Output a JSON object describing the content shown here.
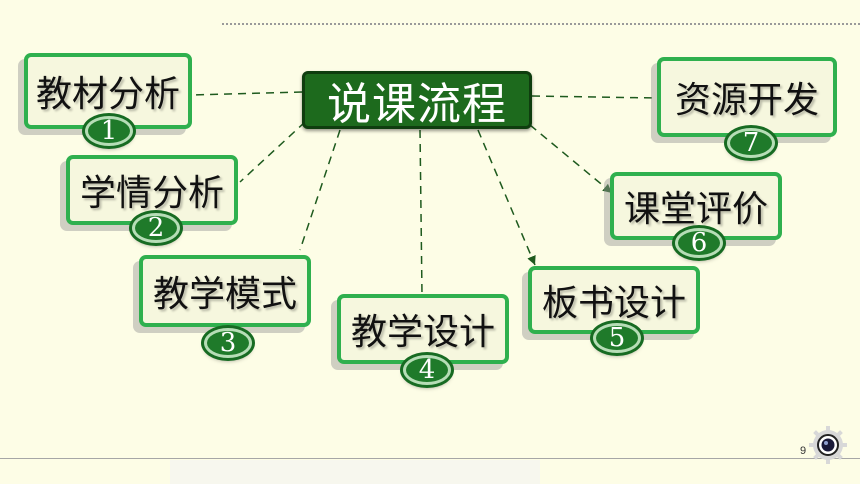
{
  "center_node": {
    "label": "说课流程"
  },
  "nodes": [
    {
      "label": "教材分析",
      "number": "1"
    },
    {
      "label": "学情分析",
      "number": "2"
    },
    {
      "label": "教学模式",
      "number": "3"
    },
    {
      "label": "教学设计",
      "number": "4"
    },
    {
      "label": "板书设计",
      "number": "5"
    },
    {
      "label": "课堂评价",
      "number": "6"
    },
    {
      "label": "资源开发",
      "number": "7"
    }
  ],
  "page_number": "9",
  "colors": {
    "node_border": "#2fb04e",
    "node_fill": "#f6f7de",
    "center_fill": "#1d6a1d",
    "badge_fill": "#1f7a2a",
    "background": "#fdfde6"
  },
  "icons": {
    "corner": "gear-icon"
  }
}
